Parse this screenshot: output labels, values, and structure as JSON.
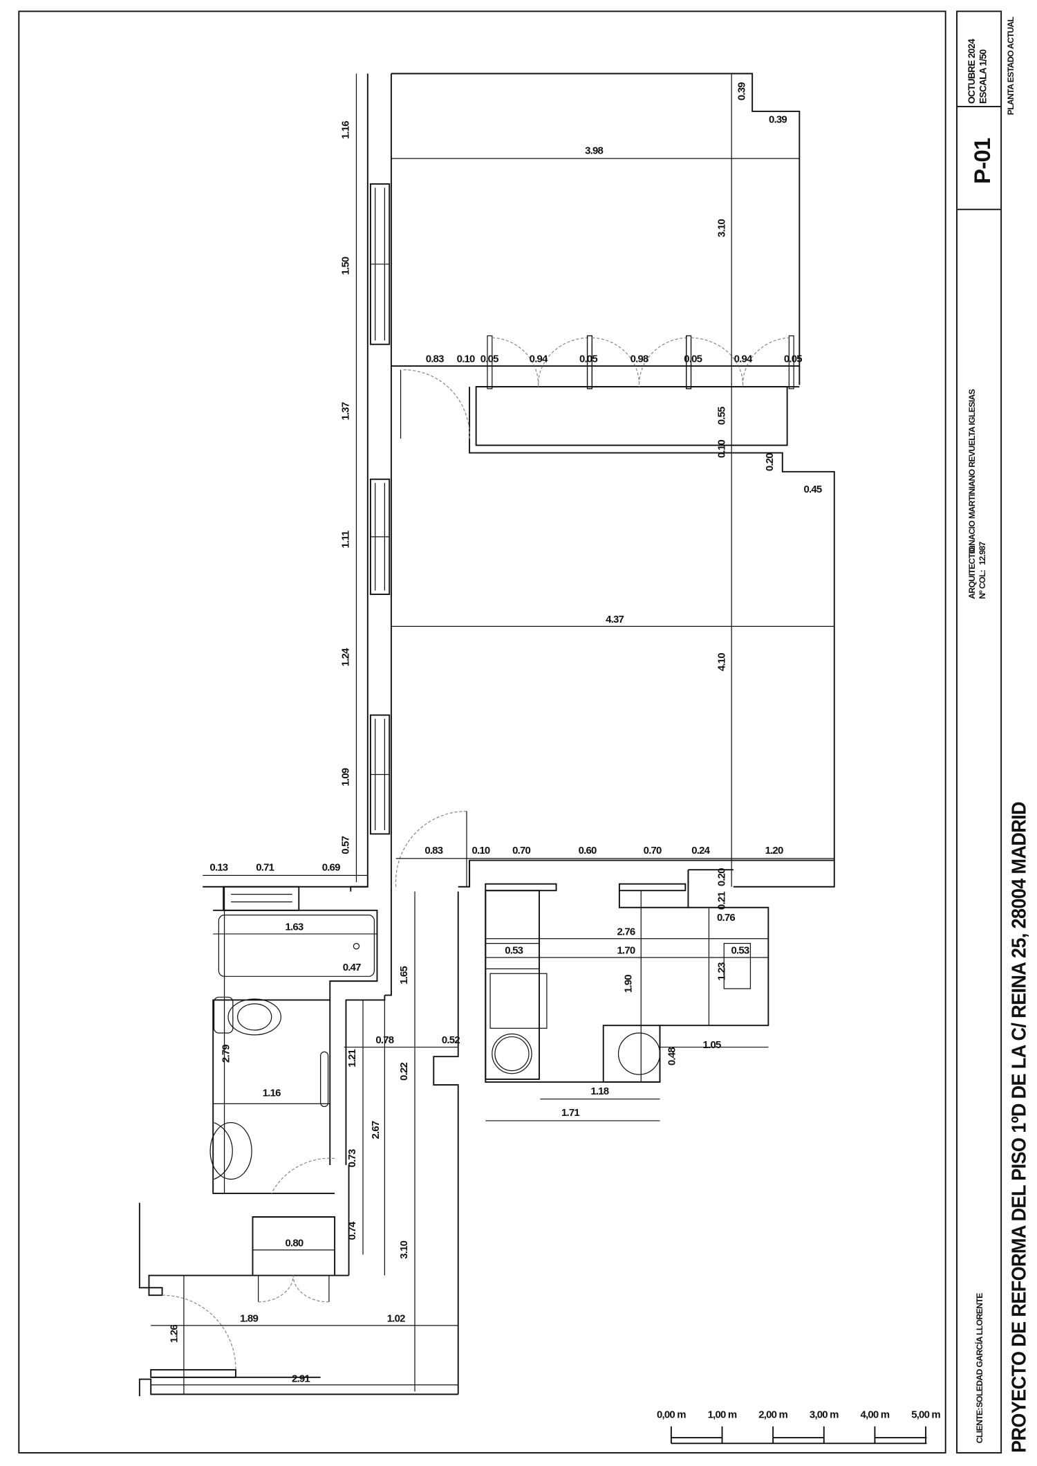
{
  "title_block": {
    "project_title": "PROYECTO DE REFORMA DEL PISO 1ºD DE LA C/ REINA 25, 28004 MADRID",
    "sheet_name": "PLANTA ESTADO ACTUAL",
    "date": "OCTUBRE 2024",
    "scale": "ESCALA 1/50",
    "sheet_number": "P-01",
    "architect_label": "ARQUITECTO:",
    "architect_name": "IGNACIO MARTINIANO REVUELTA IGLESIAS",
    "colegiado_label": "Nº COL:",
    "colegiado_number": "12.987",
    "client_label": "CLIENTE:",
    "client_name": "SOLEDAD GARCÍA LLORENTE"
  },
  "scale_bar": {
    "labels": [
      "0,00 m",
      "1,00 m",
      "2,00 m",
      "3,00 m",
      "4,00 m",
      "5,00 m"
    ]
  },
  "dimensions": [
    "1.16",
    "1.50",
    "1.37",
    "1.11",
    "1.24",
    "1.09",
    "0.57",
    "0.39",
    "0.39",
    "3.98",
    "3.10",
    "0.83",
    "0.10",
    "0.05",
    "0.94",
    "0.05",
    "0.98",
    "0.05",
    "0.94",
    "0.05",
    "0.55",
    "0.10",
    "0.20",
    "0.45",
    "4.37",
    "4.10",
    "0.83",
    "0.10",
    "0.70",
    "0.60",
    "0.70",
    "0.24",
    "1.20",
    "0.20",
    "0.21",
    "0.76",
    "2.76",
    "0.53",
    "1.70",
    "0.53",
    "1.23",
    "1.90",
    "1.05",
    "0.48",
    "1.18",
    "1.71",
    "0.13",
    "0.71",
    "0.69",
    "1.63",
    "0.47",
    "1.65",
    "0.78",
    "0.52",
    "2.79",
    "1.21",
    "0.22",
    "1.16",
    "2.67",
    "0.73",
    "0.74",
    "0.80",
    "3.10",
    "1.89",
    "1.02",
    "1.26",
    "2.91"
  ]
}
